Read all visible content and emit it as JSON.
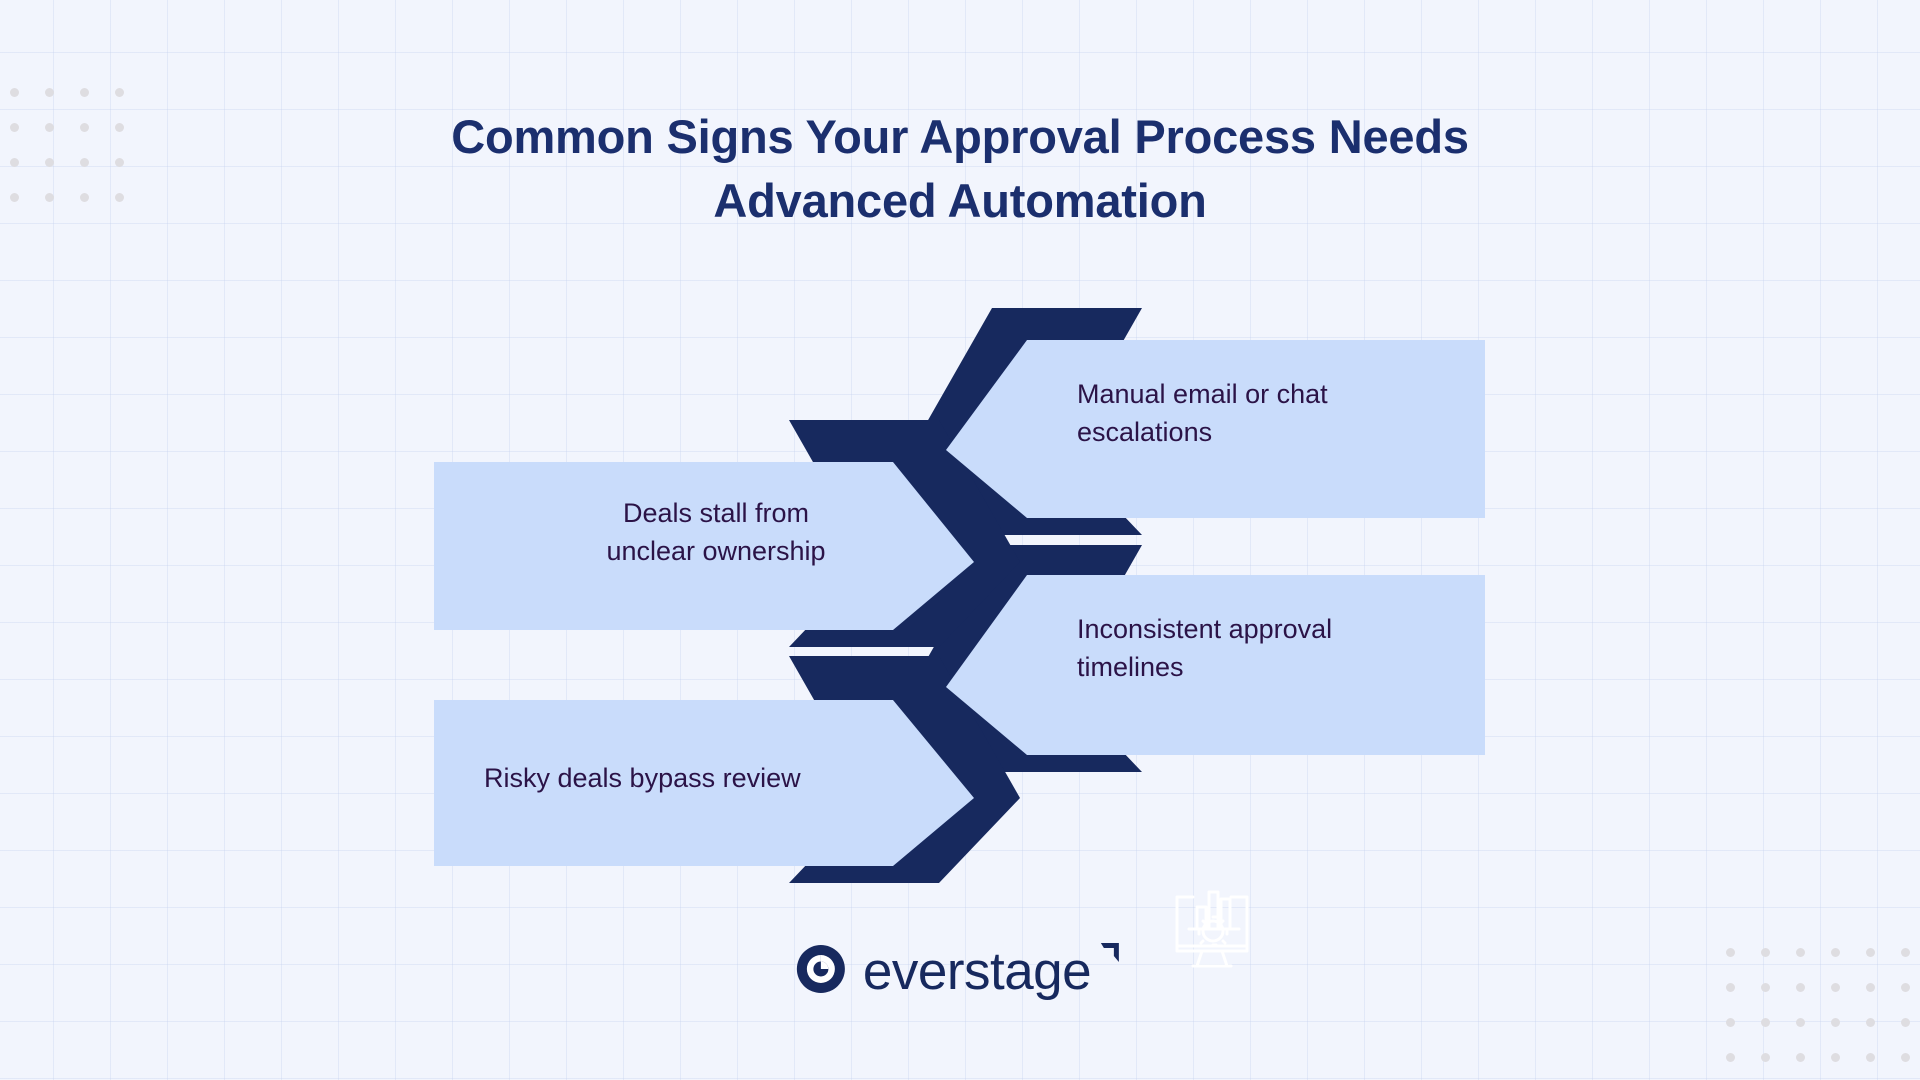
{
  "background": {
    "color": "#f2f5fd",
    "grid_line_color": "#c8d4ee",
    "dot_color": "#dedde1"
  },
  "theme": {
    "navy": "#1b2f6e",
    "chevron_navy": "#17295e",
    "card_fill": "#c9dcfb",
    "body_text": "#2b1347",
    "title_text": "#1b2f6e",
    "watermark": "#ffffff"
  },
  "title": {
    "line1": "Common Signs Your Approval Process Needs",
    "line2": "Advanced Automation"
  },
  "diagram": {
    "type": "chevron-fishbone",
    "items": [
      {
        "id": "manual-escalations",
        "side": "right",
        "position": "top-right",
        "text": "Manual email or chat\nescalations"
      },
      {
        "id": "deals-stall",
        "side": "left",
        "position": "middle-left",
        "text": "Deals stall from\nunclear ownership"
      },
      {
        "id": "inconsistent-timelines",
        "side": "right",
        "position": "bottom-right",
        "text": "Inconsistent approval\ntimelines"
      },
      {
        "id": "risky-deals",
        "side": "left",
        "position": "bottom-left",
        "text": "Risky deals bypass review"
      }
    ]
  },
  "footer": {
    "brand_name": "everstage",
    "mark_icon": "everstage-circle-mark-icon",
    "tick_icon": "everstage-tick-icon",
    "watermark_icon": "monitor-bar-chart-gear-icon"
  }
}
